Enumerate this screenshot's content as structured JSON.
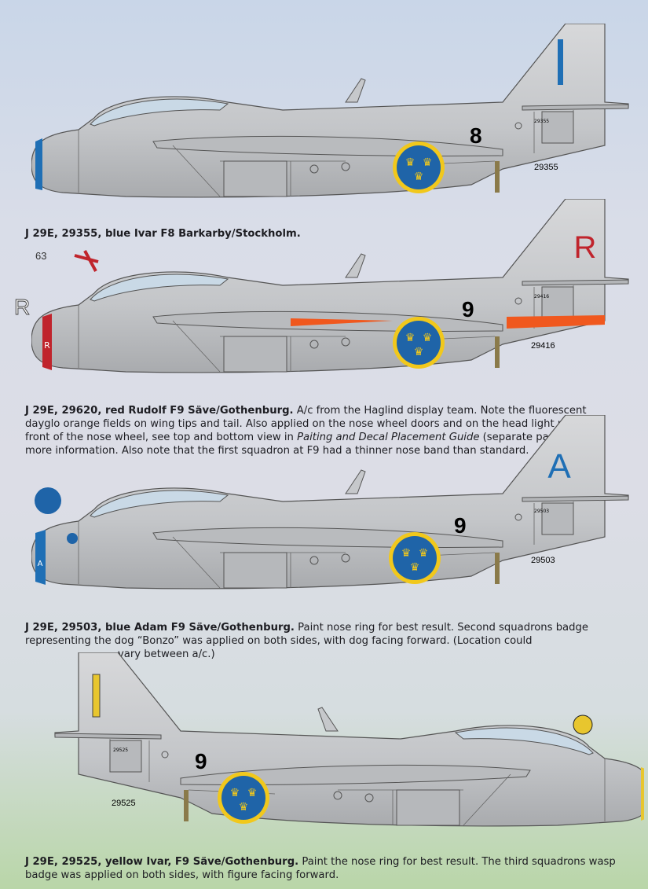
{
  "profiles": [
    {
      "tail_letter": "I",
      "tail_color": "#1f6fb5",
      "number": "8",
      "serial": "29355",
      "small_serial": "29355",
      "nose_color": "#1f6fb5",
      "caption_title": "J 29E, 29355, blue Ivar F8 Barkarby/Stockholm.",
      "caption_text": ""
    },
    {
      "tail_letter": "R",
      "tail_color": "#c0242c",
      "number": "9",
      "serial": "29416",
      "small_serial": "29416",
      "nose_color": "#c0242c",
      "nose_letter": "R",
      "side_label_number": "63",
      "side_label_letter": "R",
      "dayglo_color": "#f0581e",
      "caption_title": "J 29E, 29620, red Rudolf F9 Säve/Gothenburg.",
      "caption_text": "A/c from the Haglind display team. Note the fluorescent dayglo orange fields on wing tips and tail. Also applied on the nose wheel doors and on the head light right in front of the nose wheel, see top and bottom view in ",
      "caption_italic": "Paiting and Decal Placement Guide",
      "caption_text2": " (separate paper) for more information. Also note that the first squadron at F9 had a thinner nose band than standard."
    },
    {
      "tail_letter": "A",
      "tail_color": "#1f6fb5",
      "number": "9",
      "serial": "29503",
      "small_serial": "29503",
      "nose_color": "#1f6fb5",
      "nose_letter": "A",
      "caption_title": "J 29E, 29503, blue Adam F9 Säve/Gothenburg.",
      "caption_text": "Paint nose ring for best result. Second squadrons badge representing the dog “Bonzo” was applied on both sides, with dog facing forward.  (Location could",
      "caption_text2": "vary between a/c.)"
    },
    {
      "tail_letter": "I",
      "tail_color": "#e8c62e",
      "number": "9",
      "serial": "29525",
      "small_serial": "29525",
      "nose_color": "#e8c62e",
      "caption_title": "J 29E, 29525, yellow Ivar, F9 Säve/Gothenburg.",
      "caption_text": "Paint the nose ring for best result. The third squadrons wasp badge was applied on both sides, with figure facing forward."
    }
  ],
  "colors": {
    "aircraft": "#c6c8cb",
    "roundel_blue": "#1f64a8",
    "roundel_yellow": "#f1c81c"
  }
}
